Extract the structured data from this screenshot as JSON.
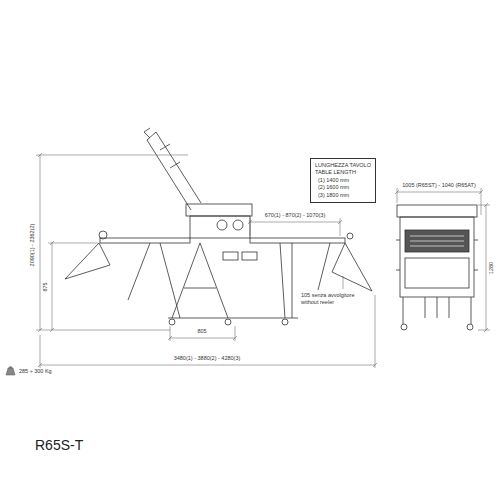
{
  "diagram": {
    "title": "R65S-T",
    "nodes": [
      {
        "text": [
          "LUNGHEZZA TAVOLO",
          "TABLE LENGTH",
          "(1) 1400 mm",
          "(2) 1600 mm",
          "(3) 1800 mm"
        ]
      }
    ],
    "labels": [
      "2090(1) - 2362(2)",
      "875",
      "670(1) - 870(2) - 1070(3)",
      "105 senza avvolgitore",
      "without reeler",
      "805",
      "3480(1) - 3880(2) - 4280(3)",
      "285 ÷ 300 Kg",
      "1005 (R65ST) - 1040 (R65AT)",
      "1280"
    ]
  }
}
